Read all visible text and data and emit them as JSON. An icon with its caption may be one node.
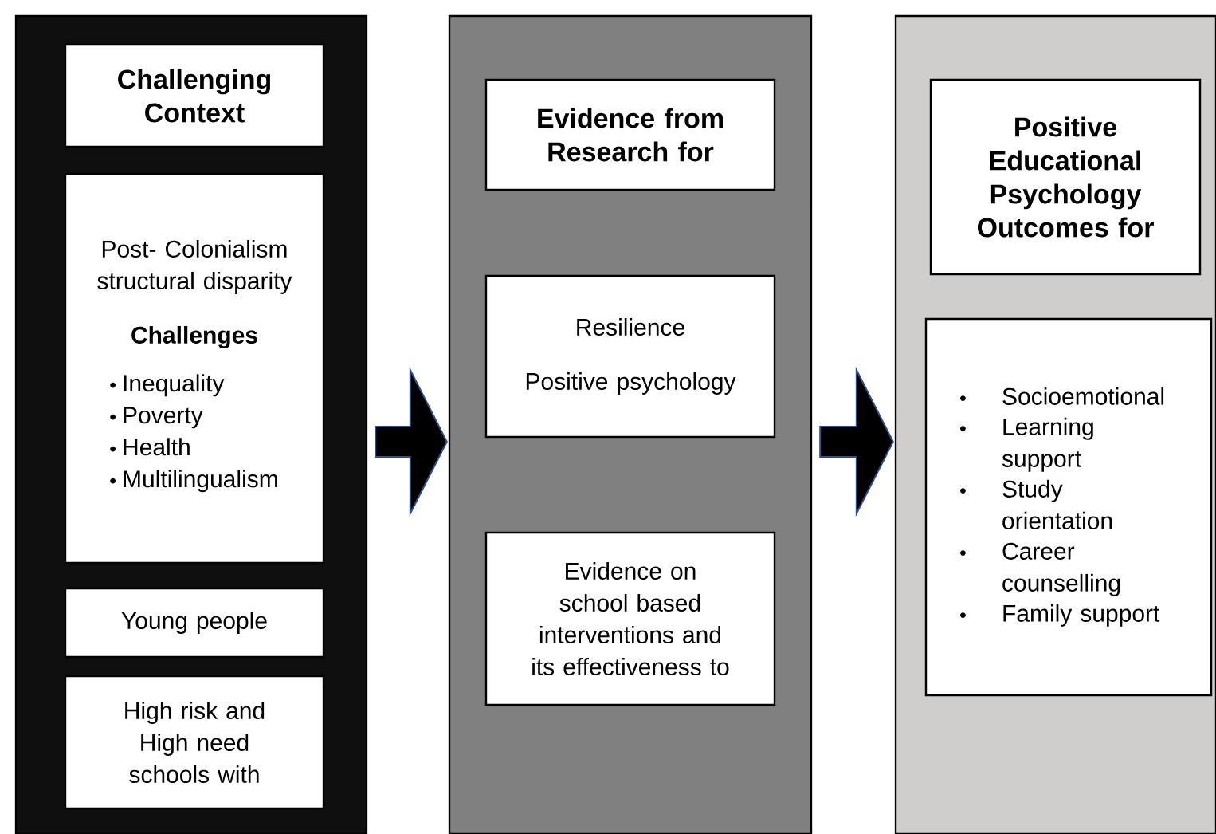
{
  "diagram": {
    "nodes": [
      {
        "text": [],
        "shape": "box"
      },
      {
        "text": [
          "Challenging Context"
        ],
        "in": 0
      },
      {
        "text": [
          "Post- Colonialism structural disparity",
          "Challenges",
          "Inequality",
          "Poverty",
          "Health",
          "Multilingualism"
        ],
        "in": 0
      },
      {
        "text": [
          "Young people"
        ],
        "in": 0
      },
      {
        "text": [
          "High risk and High need schools with"
        ],
        "in": 0
      },
      {
        "text": [],
        "shape": "box"
      },
      {
        "text": [
          "Evidence from Research for"
        ],
        "in": 5
      },
      {
        "text": [
          "Resilience",
          "Positive psychology"
        ],
        "in": 5
      },
      {
        "text": [
          "Evidence on school based interventions and its effectiveness to"
        ],
        "in": 5
      },
      {
        "text": [],
        "shape": "box"
      },
      {
        "text": [
          "Positive Educational Psychology Outcomes for"
        ],
        "in": 9
      },
      {
        "text": [
          "Socioemotional",
          "Learning support",
          "Study orientation",
          "Career counselling",
          "Family support"
        ],
        "in": 9
      }
    ],
    "edges": [
      {
        "from": 0,
        "to": 5,
        "arrow": "to"
      },
      {
        "from": 5,
        "to": 9,
        "arrow": "to"
      }
    ]
  }
}
